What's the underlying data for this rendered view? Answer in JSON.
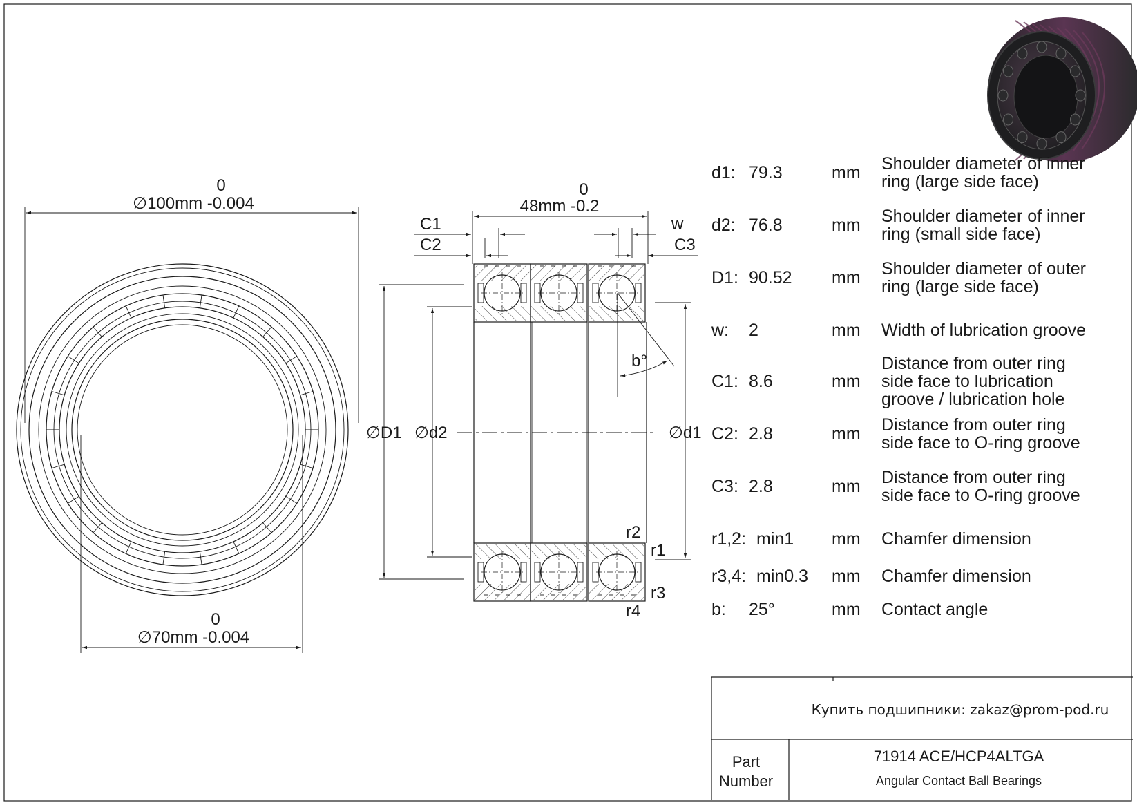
{
  "drawing": {
    "outer_diameter": {
      "upper_tol": "0",
      "value": "∅100mm -0.004"
    },
    "inner_diameter": {
      "upper_tol": "0",
      "value": "∅70mm -0.004"
    },
    "width": {
      "upper_tol": "0",
      "value": "48mm -0.2"
    },
    "labels": {
      "C1": "C1",
      "C2": "C2",
      "C3": "C3",
      "w": "w",
      "D1": "∅D1",
      "d2": "∅d2",
      "d1": "∅d1",
      "b": "b°",
      "r1": "r1",
      "r2": "r2",
      "r3": "r3",
      "r4": "r4"
    }
  },
  "specs": [
    {
      "param": "d1:",
      "value": "79.3",
      "unit": "mm",
      "desc": [
        "Shoulder diameter of inner",
        "ring (large side face)"
      ]
    },
    {
      "param": "d2:",
      "value": "76.8",
      "unit": "mm",
      "desc": [
        "Shoulder diameter of inner",
        "ring (small side face)"
      ]
    },
    {
      "param": "D1:",
      "value": "90.52",
      "unit": "mm",
      "desc": [
        "Shoulder diameter of outer",
        "ring (large side face)"
      ]
    },
    {
      "param": "w:",
      "value": "2",
      "unit": "mm",
      "desc": [
        "Width of lubrication groove"
      ]
    },
    {
      "param": "C1:",
      "value": "8.6",
      "unit": "mm",
      "desc": [
        "Distance from outer ring",
        "side face to lubrication",
        "groove / lubrication hole"
      ]
    },
    {
      "param": "C2:",
      "value": "2.8",
      "unit": "mm",
      "desc": [
        "Distance from outer ring",
        "side face to O-ring groove"
      ]
    },
    {
      "param": "C3:",
      "value": "2.8",
      "unit": "mm",
      "desc": [
        "Distance from outer ring",
        "side face to O-ring groove"
      ]
    },
    {
      "param": "r1,2:",
      "value": "min1",
      "unit": "mm",
      "desc": [
        "Chamfer dimension"
      ]
    },
    {
      "param": "r3,4:",
      "value": "min0.3",
      "unit": "mm",
      "desc": [
        "Chamfer dimension"
      ]
    },
    {
      "param": "b:",
      "value": "25°",
      "unit": "mm",
      "desc": [
        "Contact angle"
      ]
    }
  ],
  "title_block": {
    "contact": "Купить подшипники: zakaz@prom-pod.ru",
    "part_label": [
      "Part",
      "Number"
    ],
    "part_number": "71914 ACE/HCP4ALTGA",
    "part_type": "Angular Contact Ball Bearings"
  },
  "colors": {
    "line": "#1a1a1a",
    "render_body": "#2b2b2d",
    "render_accent": "#6a3a5a"
  }
}
